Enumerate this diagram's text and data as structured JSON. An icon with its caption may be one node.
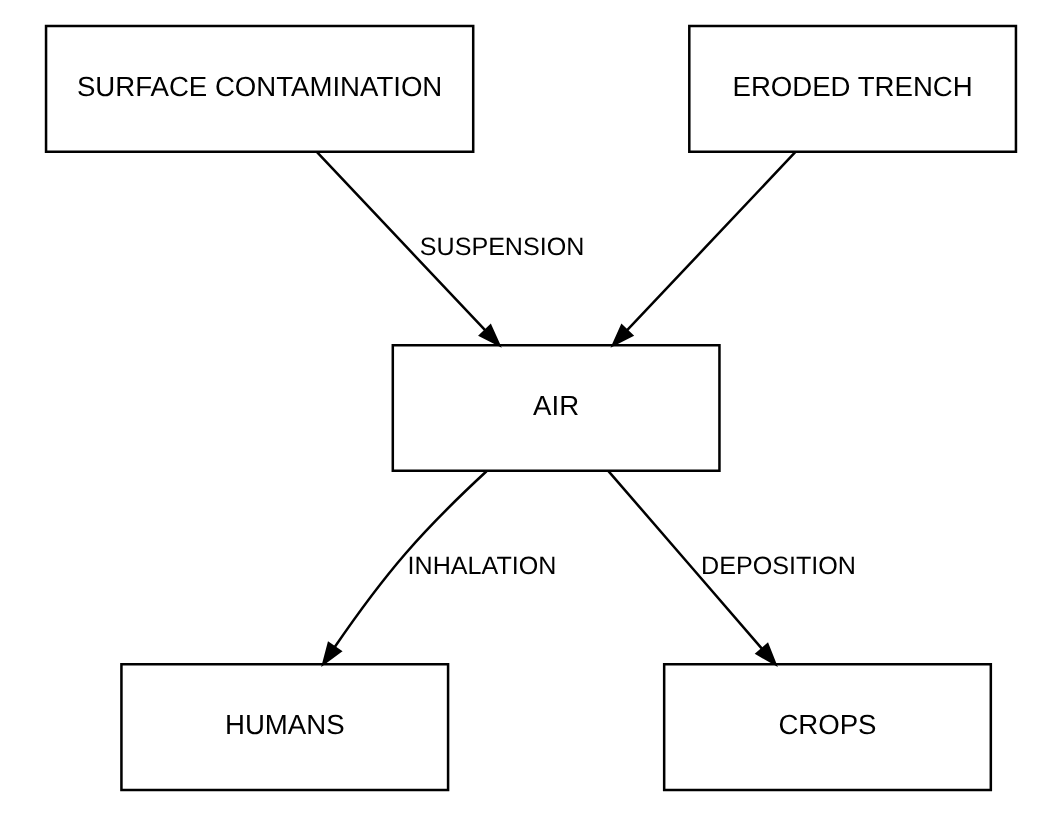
{
  "diagram": {
    "nodes": [
      {
        "text": [
          "SURFACE CONTAMINATION"
        ]
      },
      {
        "text": [
          "ERODED TRENCH"
        ]
      },
      {
        "text": [
          "AIR"
        ]
      },
      {
        "text": [
          "HUMANS"
        ]
      },
      {
        "text": [
          "CROPS"
        ]
      }
    ],
    "edges": [
      {
        "from": 0,
        "to": 2,
        "arrow": "to",
        "label": "SUSPENSION"
      },
      {
        "from": 1,
        "to": 2,
        "arrow": "to"
      },
      {
        "from": 2,
        "to": 3,
        "arrow": "to",
        "label": "INHALATION"
      },
      {
        "from": 2,
        "to": 4,
        "arrow": "to",
        "label": "DEPOSITION"
      }
    ]
  }
}
